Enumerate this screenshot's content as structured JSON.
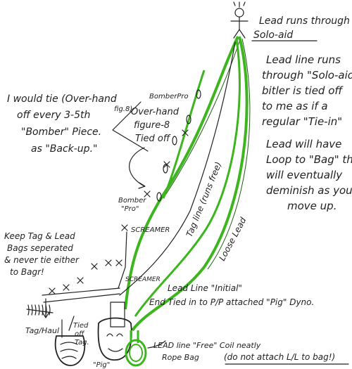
{
  "notes": {
    "top_right_1": "Lead runs through",
    "top_right_2": "Solo-aid",
    "right_1": "Lead line runs",
    "right_2": "through \"Solo-aid\"",
    "right_3": "bitler is tied off",
    "right_4": "to me as if a",
    "right_5": "regular \"Tie-in\"",
    "right_6": "Lead will have",
    "right_7": "Loop to \"Bag\" that",
    "right_8": "will eventually",
    "right_9": "deminish as you'l",
    "right_10": "move up.",
    "left_1": "I would tie (Over-hand",
    "left_1b": "fig.8)",
    "left_2": "off every 3-5th",
    "left_3": "\"Bomber\" Piece.",
    "left_4": "as \"Back-up.\"",
    "mid_1": "Over-hand",
    "mid_2": "figure-8",
    "mid_3": "Tied off",
    "bomber_pro_top": "BomberPro",
    "bomber_pro_low_1": "Bomber",
    "bomber_pro_low_2": "\"Pro\"",
    "screamer_1": "SCREAMER",
    "screamer_2": "SCREAMER",
    "tag_line": "Tag line (runs free)",
    "loose_lead": "Loose Lead",
    "bags_1": "Keep Tag & Lead",
    "bags_2": "Bags seperated",
    "bags_3": "& never tie either",
    "bags_4": "to Bagr!",
    "lead_initial_1": "Lead Line \"Initial\"",
    "lead_initial_2": "End Tied in to P/P attached \"Pig\" Dyno.",
    "tied_off_1": "Tied",
    "tied_off_2": "off",
    "tied_off_3": "Tag.",
    "tag_haul": "Tag/Haul",
    "pig": "\"Pig\"",
    "free_coil_1": "LEAD line \"Free\" Coil neatly",
    "free_coil_2": "Rope Bag",
    "free_coil_3": "(do not attach L/L to bag!)"
  },
  "colors": {
    "rope_green": "#3db51e",
    "rope_dark": "#1f5e12",
    "ink": "#222222"
  }
}
